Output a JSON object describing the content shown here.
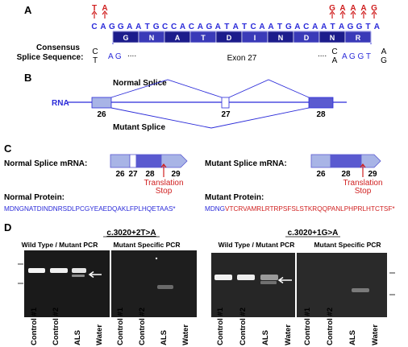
{
  "panels": {
    "a": "A",
    "b": "B",
    "c": "C",
    "d": "D"
  },
  "panel_a": {
    "seq": [
      "C",
      "A",
      "G",
      "G",
      "A",
      "A",
      "T",
      "G",
      "C",
      "C",
      "A",
      "C",
      "A",
      "G",
      "A",
      "T",
      "A",
      "T",
      "C",
      "A",
      "A",
      "T",
      "G",
      "A",
      "C",
      "A",
      "A",
      "T",
      "A",
      "G",
      "G",
      "T",
      "A"
    ],
    "mut_left": [
      "T",
      "A"
    ],
    "mut_right": [
      "G",
      "A",
      "A",
      "A",
      "G"
    ],
    "aa": [
      "G",
      "N",
      "A",
      "T",
      "D",
      "I",
      "N",
      "D",
      "N",
      "R"
    ],
    "consensus_label_1": "Consensus",
    "consensus_label_2": "Splice Sequence:",
    "cons_left_top": "C",
    "cons_left_bot": "T",
    "cons_ag": "A G",
    "dots": "....",
    "exon_label": "Exon 27",
    "cons_right_top": "C",
    "cons_right_bot": "A",
    "cons_agg": "A G G T",
    "cons_end_top": "A",
    "cons_end_bot": "G"
  },
  "panel_b": {
    "normal_splice": "Normal Splice",
    "mutant_splice": "Mutant Splice",
    "rna": "RNA",
    "exon26": "26",
    "exon27": "27",
    "exon28": "28"
  },
  "panel_c": {
    "normal_label": "Normal Splice mRNA:",
    "mutant_label": "Mutant Splice mRNA:",
    "n26": "26",
    "n27": "27",
    "n28": "28",
    "n29": "29",
    "m26": "26",
    "m28": "28",
    "m29": "29",
    "stop1": "Translation",
    "stop2": "Stop",
    "normal_protein_label": "Normal Protein:",
    "mutant_protein_label": "Mutant Protein:",
    "normal_protein": "MDNGNATDINDNRSDLPCGYEAEDQAKLFPLHQETAAS*",
    "mutant_protein_prefix": "MDNG",
    "mutant_protein_rest": "VTCRVAMRLRTRPSFSLSTKRQQPANLPHPRLHTCTSF*"
  },
  "panel_d": {
    "title_left": "c.3020+2T>A",
    "title_right": "c.3020+1G>A",
    "wt_label": "Wild Type / Mutant PCR",
    "ms_label": "Mutant Specific PCR",
    "lanes": [
      "Control #1",
      "Control #2",
      "ALS",
      "Water"
    ]
  },
  "colors": {
    "dark_box": "#1c1c8c",
    "mid_box": "#5a5ad0",
    "light_box": "#a8b4e6",
    "gel": "#1a1a1a",
    "red": "#d02020",
    "blue": "#2b2bd9"
  }
}
